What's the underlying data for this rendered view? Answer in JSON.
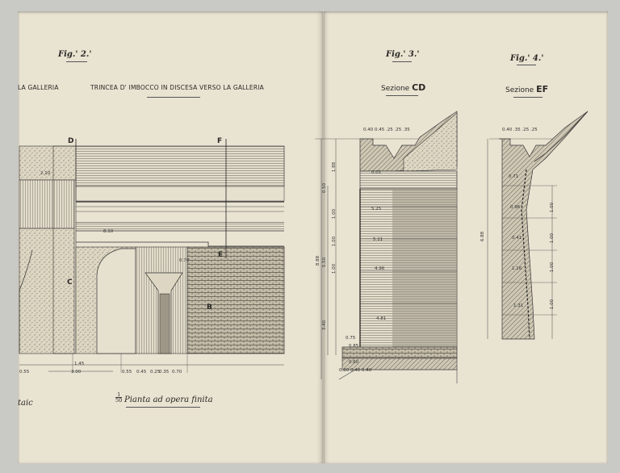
{
  "left_page": {
    "fig_label": "Fig.' 2.'",
    "caption_left": "LA GALLERIA",
    "caption_main": "TRINCEA D' IMBOCCO IN DISCESA VERSO LA GALLERIA",
    "letters": {
      "D": "D",
      "F": "F",
      "E": "E",
      "C": "C",
      "B": "B"
    },
    "dims": {
      "d1": "2.10",
      "d2": "8.10",
      "d3": "0.70",
      "d4": "1.45",
      "d5": "3.00",
      "d6": "0.55",
      "d7": "0.55",
      "d8": "0.45",
      "d9": "0.25",
      "d10": "0.35",
      "d11": "0.70"
    },
    "scale_fraction_num": "1",
    "scale_fraction_den": "50",
    "plan_caption": "Pianta ad opera finita",
    "margin_fragment": "taic"
  },
  "right_page": {
    "fig3_label": "Fig.' 3.'",
    "fig4_label": "Fig.' 4.'",
    "section_cd_prefix": "Sezione",
    "section_cd_letters": "CD",
    "section_ef_prefix": "Sezione",
    "section_ef_letters": "EF",
    "dims_fig3": {
      "top": "0.40  0.45  .25 .25 .35",
      "h1": "1.88",
      "h2": "0.50",
      "h3": "1.00",
      "h4": "1.00",
      "h5": "1.00",
      "total": "8.88",
      "mid": "5.50",
      "low": "3.40",
      "w1": "0.75",
      "w2": "0.85",
      "w3": "0.60",
      "bottom": "0.80  0.40  0.40",
      "r1": "0.01",
      "r2": "5.25",
      "r3": "5.11",
      "r4": "4.96",
      "r5": "4.81"
    },
    "dims_fig4": {
      "top": "0.40  .35 .25 .25",
      "total": "6.88",
      "r1": "0.71",
      "r2": "0.96",
      "r3": "0.41",
      "r4": "1.16",
      "r5": "1.31",
      "s1": "1.00",
      "s2": "1.00",
      "s3": "1.00",
      "s4": "1.00"
    }
  }
}
